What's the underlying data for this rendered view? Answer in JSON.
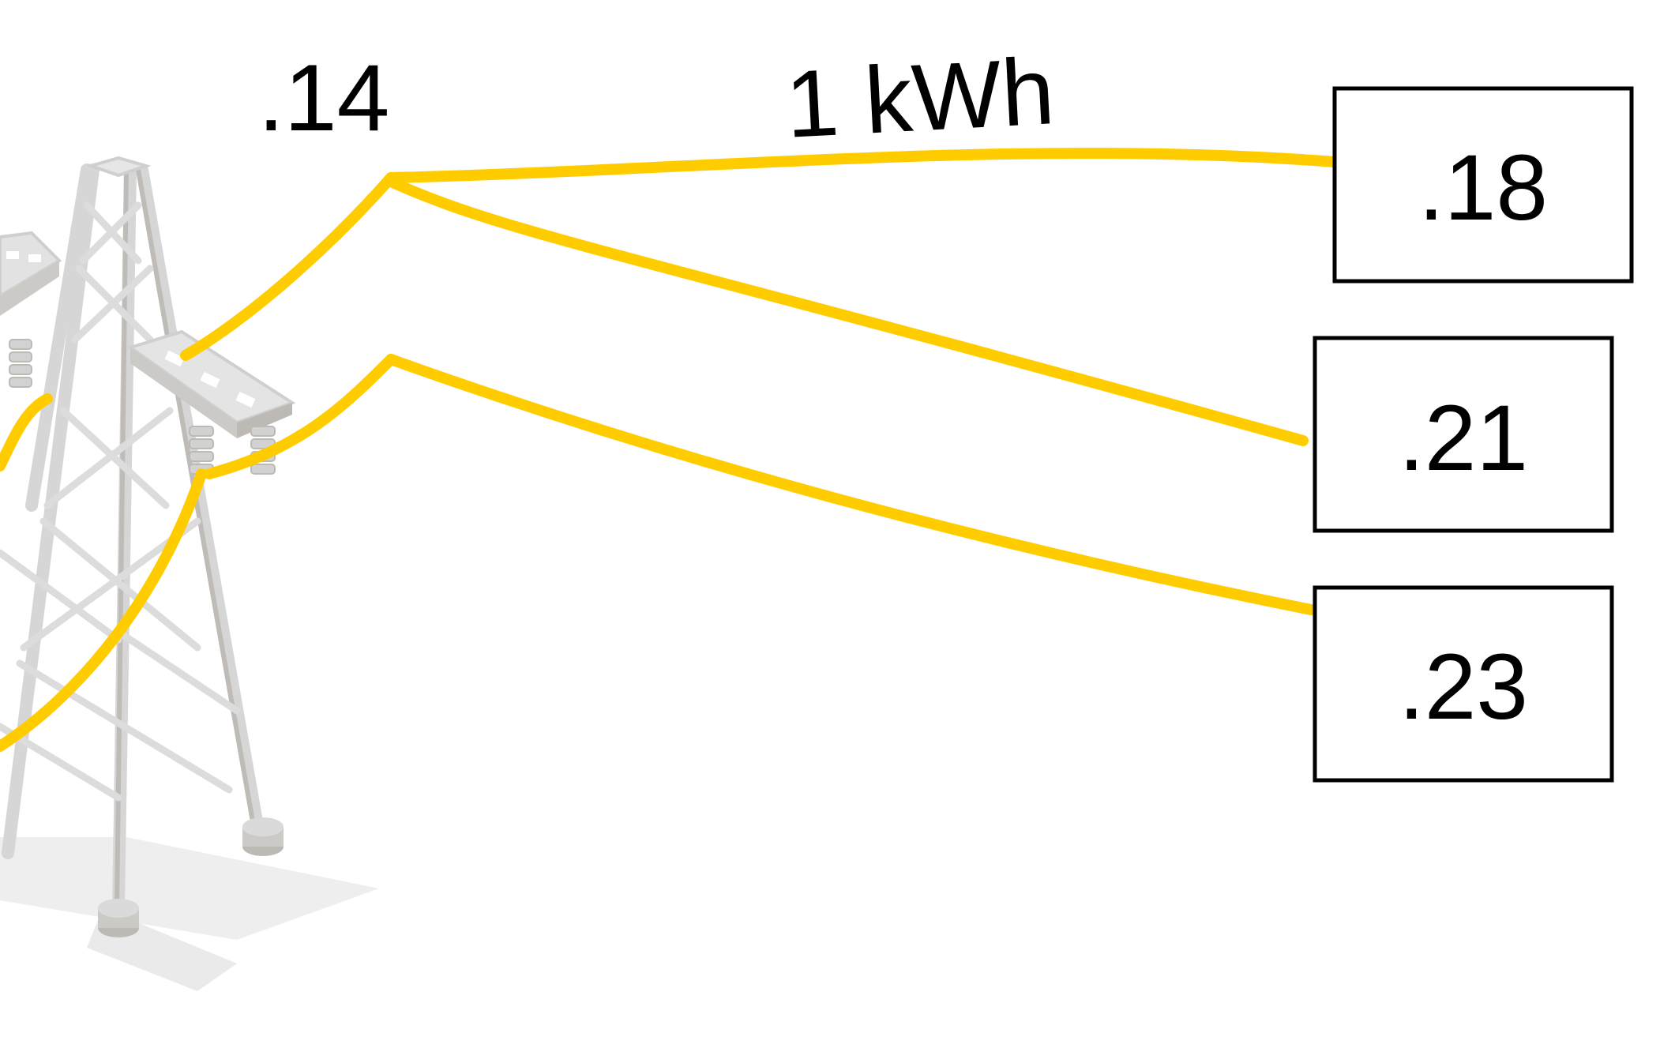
{
  "source_price": ".14",
  "energy_unit": "1 kWh",
  "destination_prices": [
    ".18",
    ".21",
    ".23"
  ],
  "colors": {
    "wire": "#FFCC00",
    "tower": "#D9D9D9",
    "tower_dark": "#BDBAB6",
    "shadow": "#EBEBEB",
    "box_border": "#000000",
    "text": "#000000"
  },
  "icons": [
    "power-transmission-tower-icon"
  ]
}
